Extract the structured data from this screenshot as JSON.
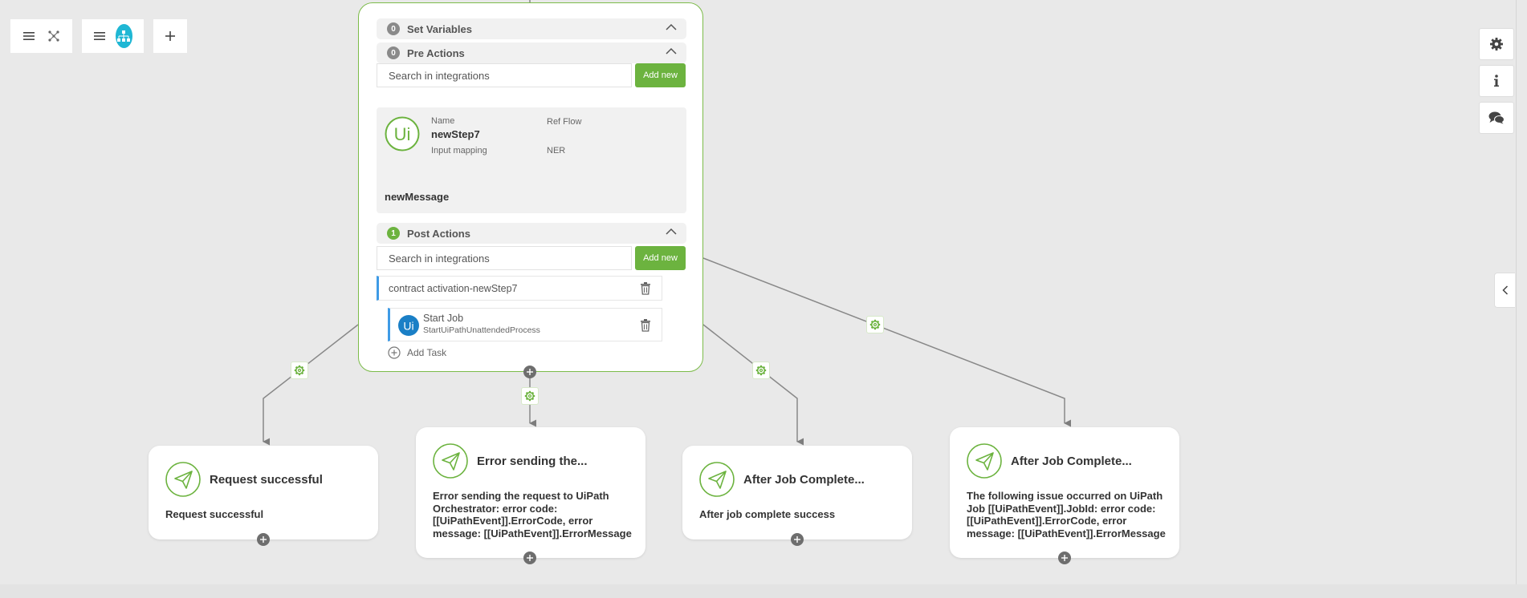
{
  "colors": {
    "accent_green": "#6cb33f",
    "accent_blue": "#1fb7d4",
    "task_bar_blue": "#3f9be6",
    "canvas": "#e9e9e9"
  },
  "toolbar": {
    "group1": [
      {
        "icon": "menu-icon"
      },
      {
        "icon": "graph-nodes-icon"
      }
    ],
    "group2": [
      {
        "icon": "menu-icon"
      },
      {
        "icon": "hierarchy-icon",
        "active": true
      }
    ],
    "add": {
      "icon": "plus-icon"
    }
  },
  "right_panel": {
    "buttons": [
      {
        "icon": "gear-icon"
      },
      {
        "icon": "info-icon"
      },
      {
        "icon": "comments-icon"
      }
    ],
    "collapse_icon": "chevron-left-icon"
  },
  "step": {
    "set_variables": {
      "count": "0",
      "label": "Set Variables"
    },
    "pre_actions": {
      "count": "0",
      "label": "Pre Actions",
      "search_placeholder": "Search in integrations",
      "add_new": "Add new"
    },
    "integration": {
      "icon": "uipath-icon",
      "logo_text": "Ui",
      "name_label": "Name",
      "name_value": "newStep7",
      "ref_flow_label": "Ref Flow",
      "input_mapping_label": "Input mapping",
      "input_mapping_value": "NER",
      "message_name": "newMessage"
    },
    "post_actions": {
      "count": "1",
      "label": "Post Actions",
      "search_placeholder": "Search in integrations",
      "add_new": "Add new",
      "flow_name": "contract activation-newStep7",
      "task": {
        "title": "Start Job",
        "subtitle": "StartUiPathUnattendedProcess",
        "logo_text": "Ui"
      },
      "add_task": "Add Task"
    }
  },
  "messages": [
    {
      "title": "Request successful",
      "body": "Request successful"
    },
    {
      "title": "Error sending the...",
      "body": "Error sending the request to UiPath Orchestrator: error code: [[UiPathEvent]].ErrorCode, error message: [[UiPathEvent]].ErrorMessage"
    },
    {
      "title": "After Job Complete...",
      "body": "After job complete success"
    },
    {
      "title": "After Job Complete...",
      "body": "The following issue occurred on UiPath Job [[UiPathEvent]].JobId:  error code: [[UiPathEvent]].ErrorCode, error message: [[UiPathEvent]].ErrorMessage"
    }
  ]
}
